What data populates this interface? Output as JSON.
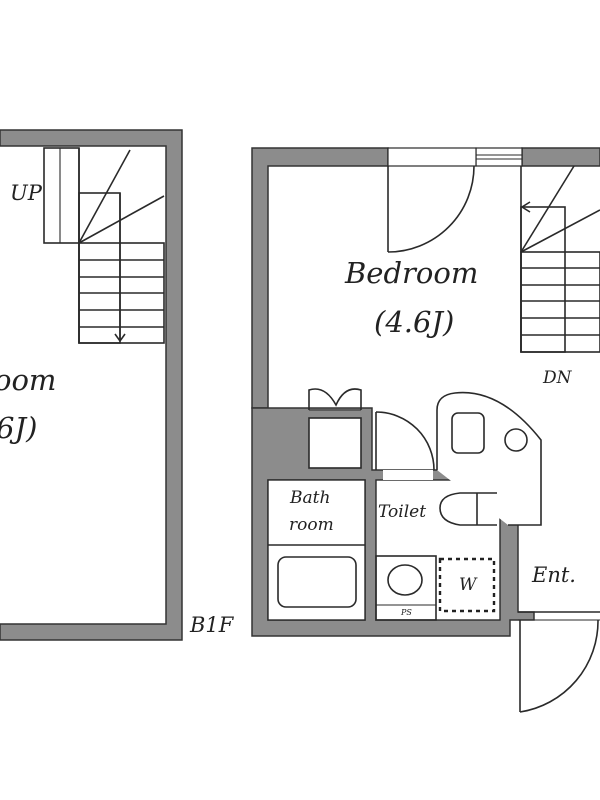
{
  "plan": {
    "floors": [
      {
        "id": "b1f",
        "floor_label": "B1F",
        "rooms": [
          {
            "name": "Room",
            "name_visible": "oom",
            "size_visible": "6J)"
          }
        ],
        "stair_label": "UP"
      },
      {
        "id": "1f",
        "rooms": [
          {
            "name": "Bedroom",
            "size": "(4.6J)"
          },
          {
            "name_line1": "Bath",
            "name_line2": "room"
          },
          {
            "name": "Toilet"
          },
          {
            "name": "Ent."
          }
        ],
        "stair_label": "DN",
        "washer_label": "W",
        "washbasin_label": "PS"
      }
    ],
    "colors": {
      "wall": "#8c8c8c",
      "line": "#2a2a2a",
      "background": "#ffffff"
    }
  }
}
